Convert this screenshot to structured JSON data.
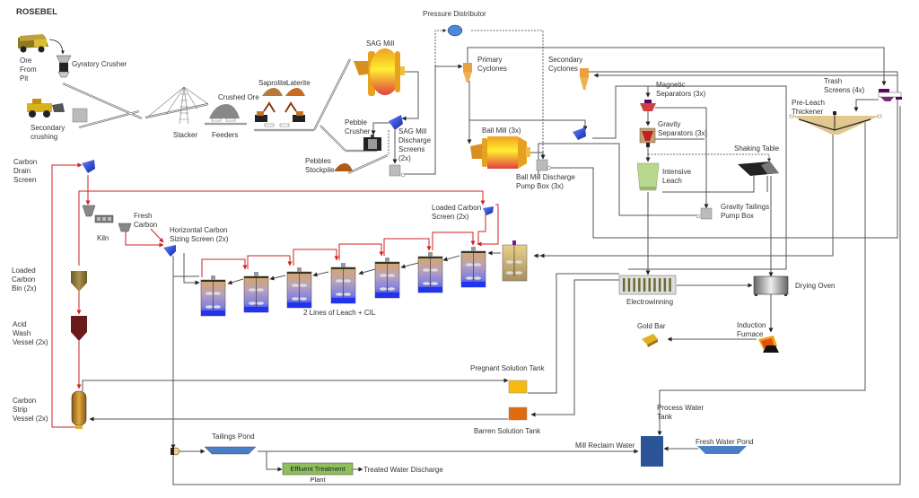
{
  "title": "ROSEBEL",
  "colors": {
    "line_slurry": "#555555",
    "line_carbon": "#cc2222",
    "line_dashed": "#333333",
    "mill_orange": "#f0a020",
    "tank_blue": "#3344ee",
    "tank_tan": "#d8b070",
    "water_blue": "#4a7fc8",
    "water_tank": "#2b5597",
    "etp_green": "#8fbf58",
    "pregnant_tank": "#f7bb10",
    "barren_tank": "#e06b10"
  },
  "labels": {
    "ore_from_pit": "Ore\nFrom\nPit",
    "gyratory_crusher": "Gyratory Crusher",
    "secondary_crushing": "Secondary\ncrushing",
    "stacker": "Stacker",
    "crushed_ore": "Crushed Ore",
    "feeders": "Feeders",
    "saprolite": "Saprolite",
    "laterite": "Laterite",
    "sag_mill": "SAG Mill",
    "pebble_crusher": "Pebble\nCrusher",
    "pebbles_stockpile": "Pebbles\nStockpile",
    "sag_mill_discharge_screens": "SAG Mill\nDischarge\nScreens\n(2x)",
    "pressure_distributor": "Pressure Distributor",
    "primary_cyclones": "Primary\nCyclones",
    "secondary_cyclones": "Secondary\nCyclones",
    "ball_mill": "Ball Mill (3x)",
    "ball_mill_discharge_pump_box": "Ball Mill Discharge\nPump Box (3x)",
    "magnetic_separators": "Magnetic\nSeparators (3x)",
    "gravity_separators": "Gravity\nSeparators (3x)",
    "intensive_leach": "Intensive\nLeach",
    "shaking_table": "Shaking Table",
    "gravity_tailings_pump_box": "Gravity Tailings\nPump Box",
    "trash_screens": "Trash\nScreens (4x)",
    "pre_leach_thickener": "Pre-Leach\nThickener",
    "carbon_drain_screen": "Carbon\nDrain\nScreen",
    "kiln": "Kiln",
    "fresh_carbon": "Fresh\nCarbon",
    "horizontal_carbon_sizing_screen": "Horizontal Carbon\nSizing Screen (2x)",
    "loaded_carbon_screen": "Loaded Carbon\nScreen (2x)",
    "leach_cil": "2 Lines of Leach + CIL",
    "loaded_carbon_bin": "Loaded\nCarbon\nBin (2x)",
    "acid_wash_vessel": "Acid\nWash\nVessel (2x)",
    "carbon_strip_vessel": "Carbon\nStrip\nVessel (2x)",
    "electrowinning": "Electrowinning",
    "drying_oven": "Drying Oven",
    "gold_bar": "Gold Bar",
    "induction_furnace": "Induction\nFurnace",
    "pregnant_solution_tank": "Pregnant Solution Tank",
    "barren_solution_tank": "Barren Solution Tank",
    "tailings_pond": "Tailings Pond",
    "effluent_treatment_plant": "Effluent Treatment Plant",
    "treated_water_discharge": "Treated Water Discharge",
    "mill_reclaim_water": "Mill Reclaim Water",
    "process_water_tank": "Process Water\nTank",
    "fresh_water_pond": "Fresh Water Pond"
  }
}
